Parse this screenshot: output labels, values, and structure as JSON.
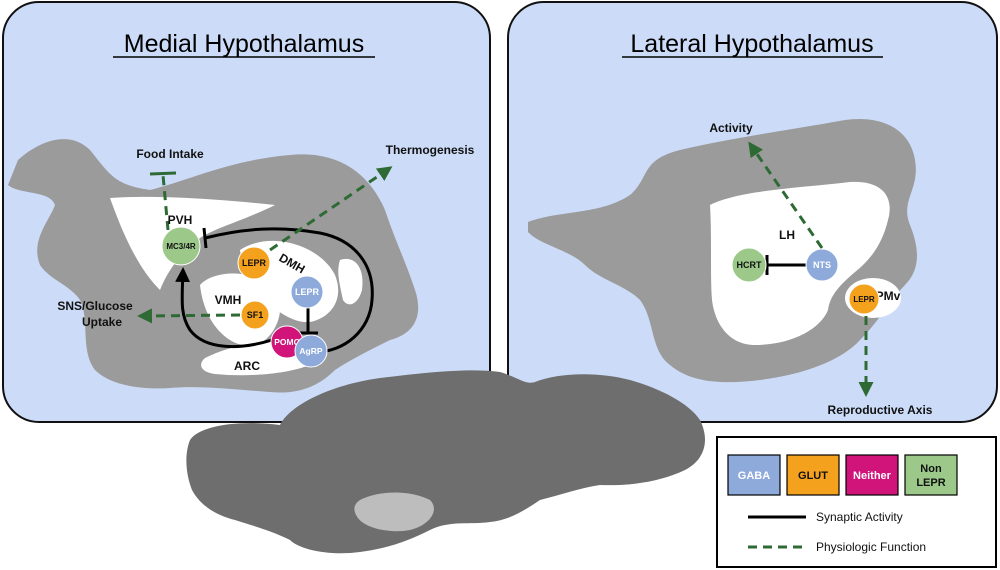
{
  "colors": {
    "panel_fill": "#ccdcf8",
    "region_gray": "#9b9b9b",
    "brain_gray": "#6e6e6e",
    "gaba": "#8eaadb",
    "glut": "#f4a11e",
    "neither": "#d0147a",
    "non_lepr": "#9cc98a",
    "dashed_arrow": "#2e6b34"
  },
  "panels": {
    "medial": {
      "title": "Medial Hypothalamus",
      "labels": {
        "food_intake": "Food Intake",
        "thermogenesis": "Thermogenesis",
        "pvh": "PVH",
        "dmh": "DMH",
        "vmh": "VMH",
        "arc": "ARC",
        "sns_line1": "SNS/Glucose",
        "sns_line2": "Uptake"
      },
      "nodes": {
        "mc34r": "MC3/4R",
        "lepr_dmh": "LEPR",
        "lepr_gaba": "LEPR",
        "sf1": "SF1",
        "pomc": "POMC",
        "agrp": "AgRP"
      }
    },
    "lateral": {
      "title": "Lateral Hypothalamus",
      "labels": {
        "activity": "Activity",
        "lh": "LH",
        "pmv": "PMv",
        "reproductive": "Reproductive Axis"
      },
      "nodes": {
        "hcrt": "HCRT",
        "nts": "NTS",
        "lepr_pmv": "LEPR"
      }
    }
  },
  "legend": {
    "boxes": [
      {
        "label_line1": "GABA",
        "label_line2": ""
      },
      {
        "label_line1": "GLUT",
        "label_line2": ""
      },
      {
        "label_line1": "Neither",
        "label_line2": ""
      },
      {
        "label_line1": "Non",
        "label_line2": "LEPR"
      }
    ],
    "synaptic": "Synaptic Activity",
    "physiologic": "Physiologic Function"
  }
}
